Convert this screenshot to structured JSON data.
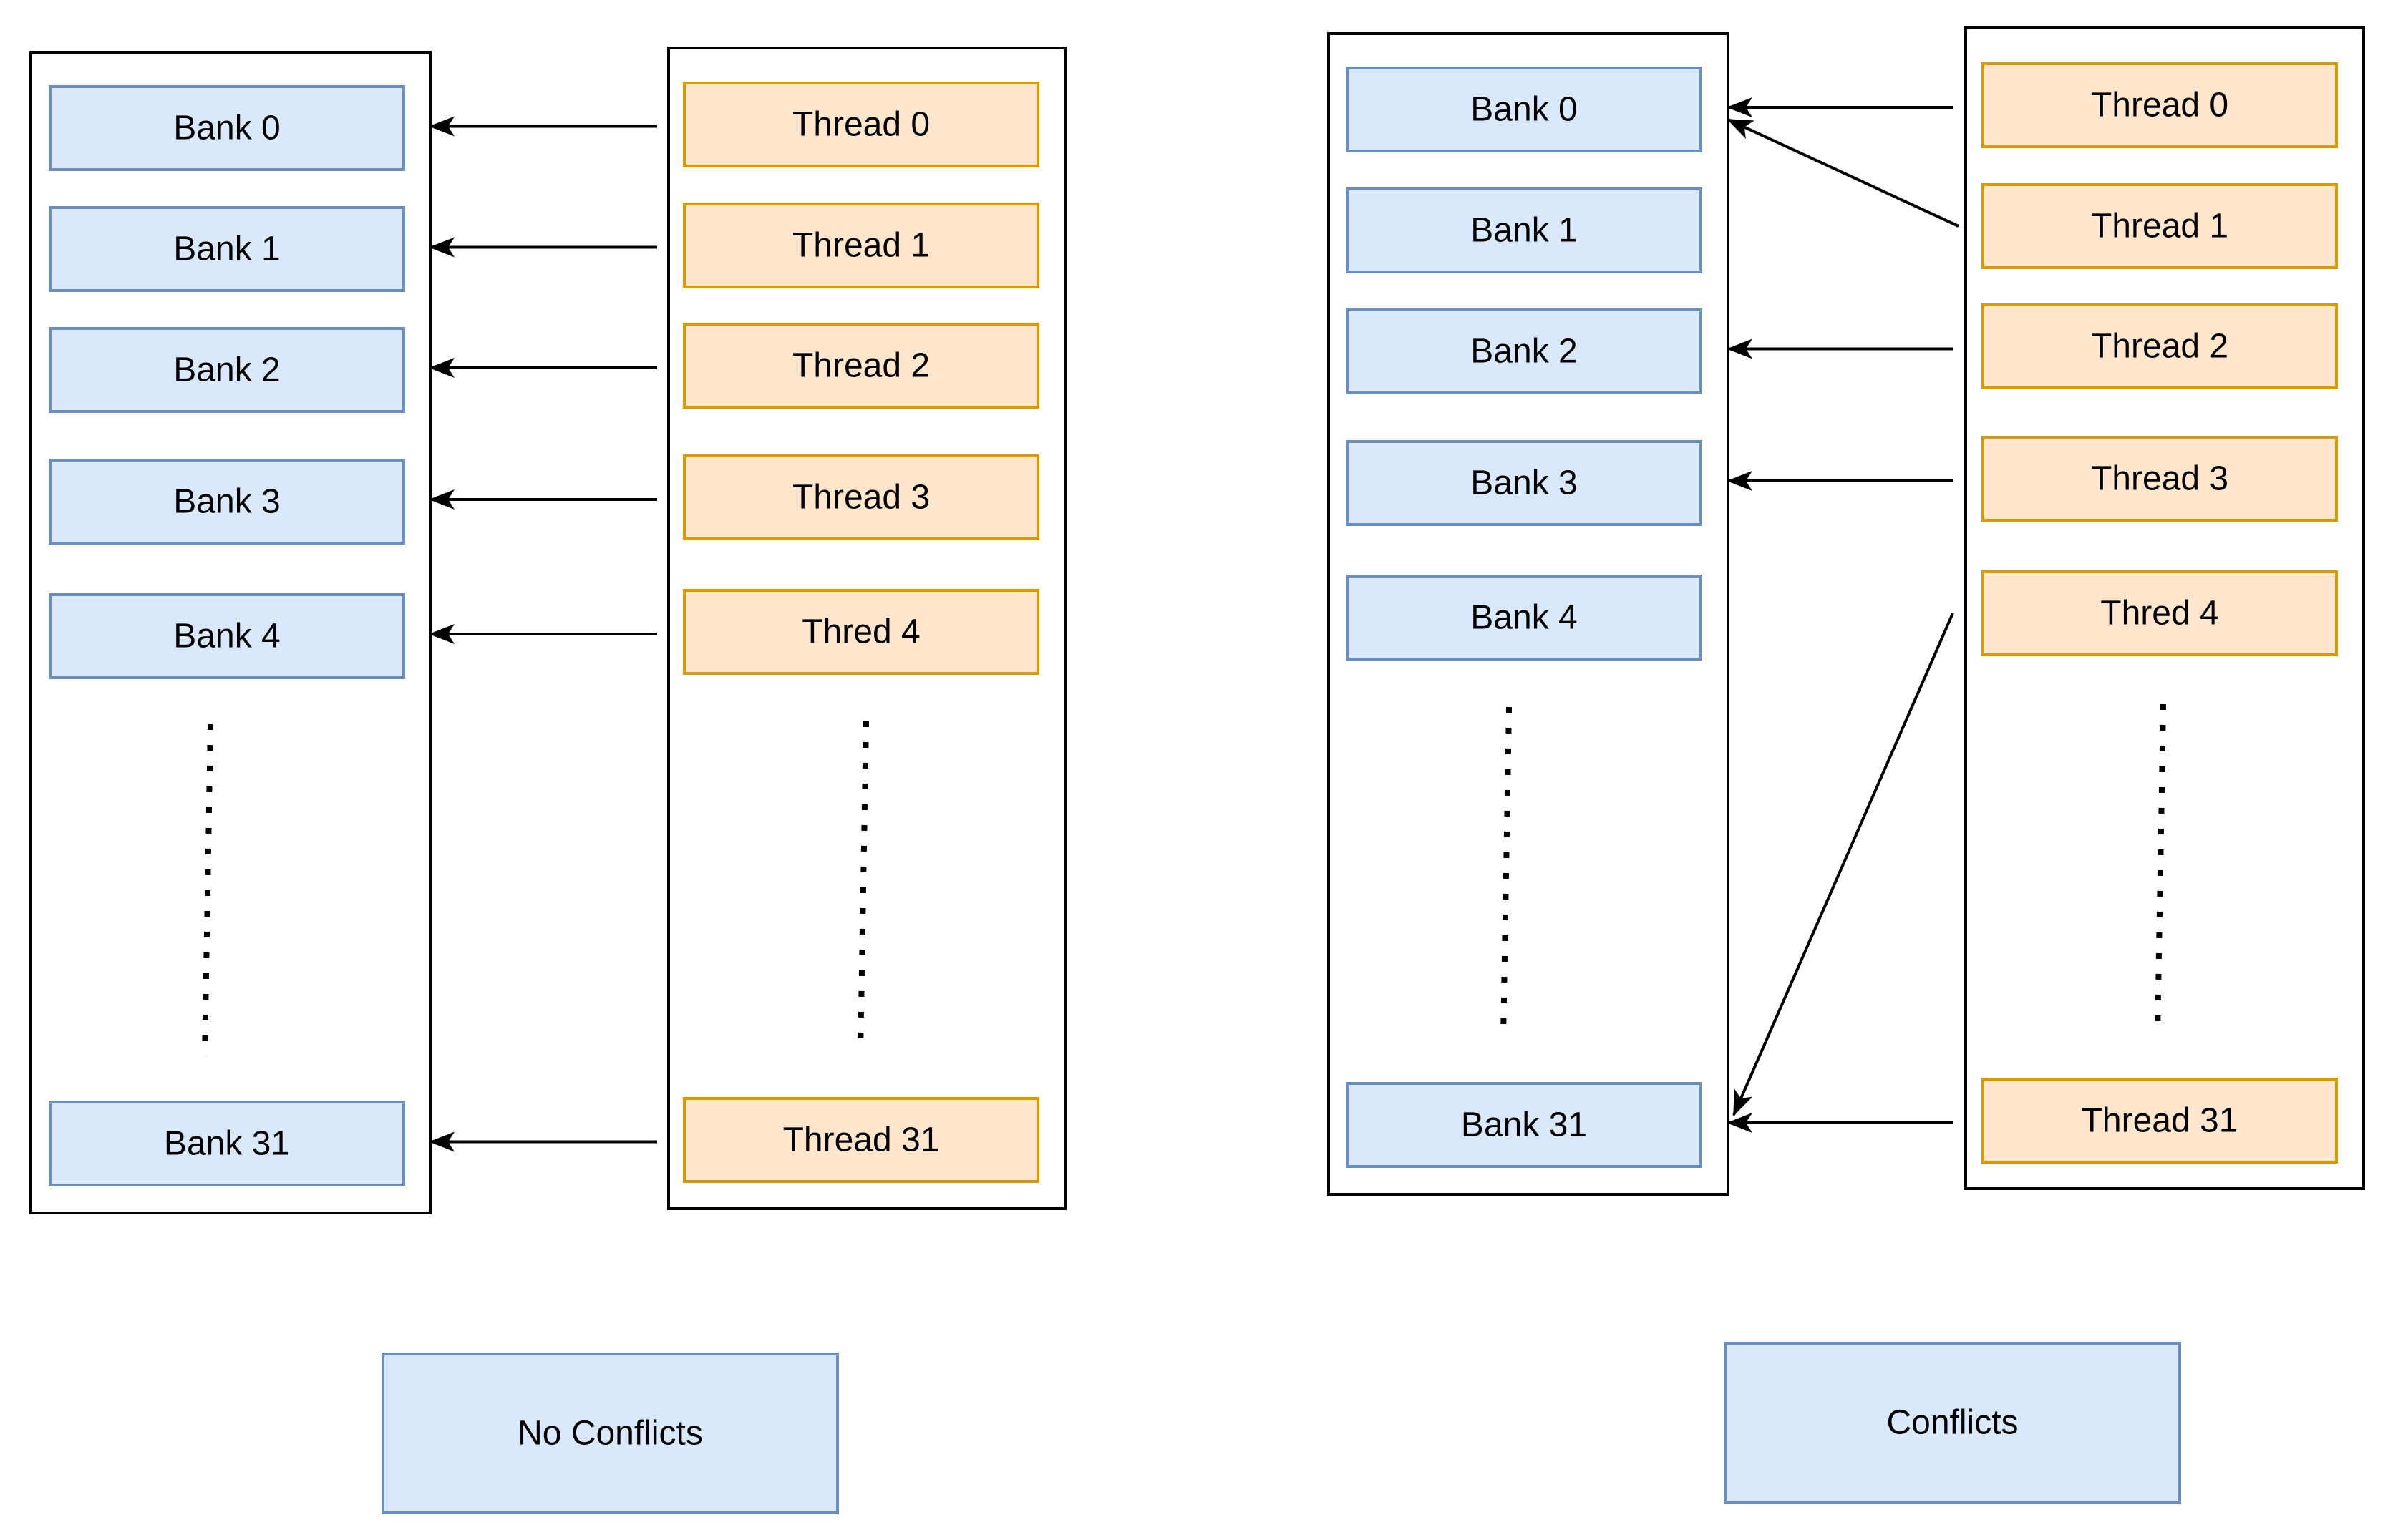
{
  "panels": [
    {
      "id": "no-conflicts",
      "banks": [
        "Bank 0",
        "Bank 1",
        "Bank 2",
        "Bank 3",
        "Bank 4",
        "Bank 31"
      ],
      "threads": [
        "Thread 0",
        "Thread 1",
        "Thread 2",
        "Thread 3",
        "Thred 4",
        "Thread 31"
      ],
      "arrows": [
        [
          0,
          0
        ],
        [
          1,
          1
        ],
        [
          2,
          2
        ],
        [
          3,
          3
        ],
        [
          4,
          4
        ],
        [
          5,
          5
        ]
      ],
      "caption": "No Conflicts"
    },
    {
      "id": "conflicts",
      "banks": [
        "Bank 0",
        "Bank 1",
        "Bank 2",
        "Bank 3",
        "Bank 4",
        "Bank 31"
      ],
      "threads": [
        "Thread 0",
        "Thread 1",
        "Thread 2",
        "Thread 3",
        "Thred 4",
        "Thread 31"
      ],
      "arrows": [
        [
          0,
          0
        ],
        [
          1,
          0
        ],
        [
          2,
          2
        ],
        [
          3,
          3
        ],
        [
          4,
          5
        ],
        [
          5,
          5
        ]
      ],
      "caption": "Conflicts"
    }
  ],
  "colors": {
    "bank_fill": "#dae8fc",
    "bank_stroke": "#6c8ebf",
    "thread_fill": "#ffe6cc",
    "thread_stroke": "#d79b00",
    "frame_stroke": "#000000",
    "arrow": "#000000"
  }
}
